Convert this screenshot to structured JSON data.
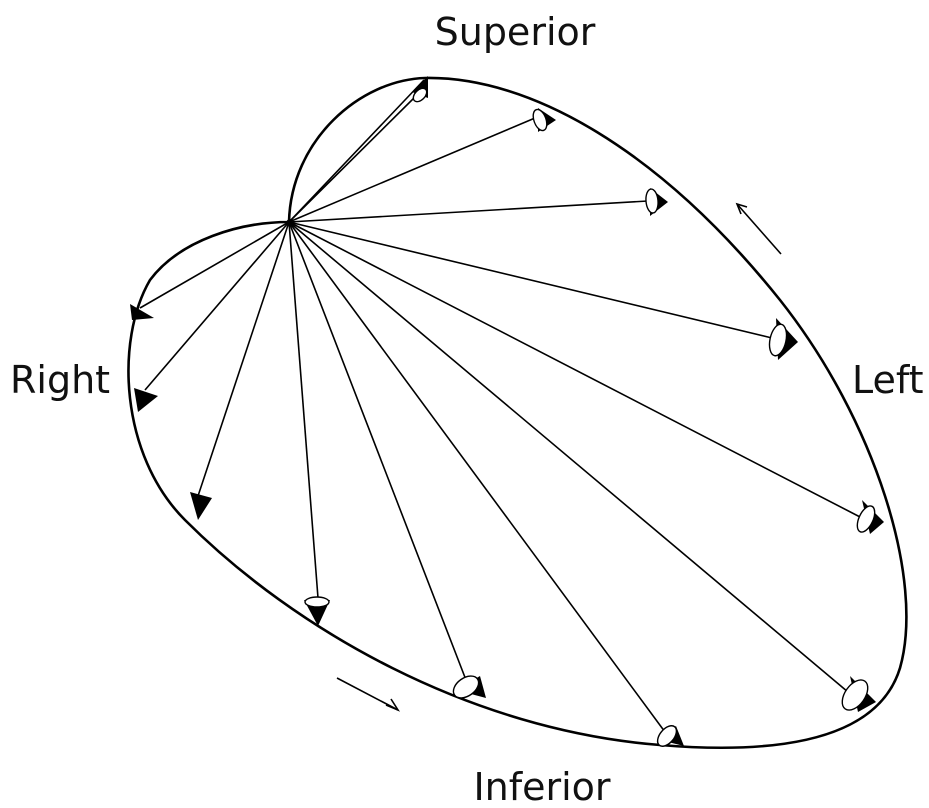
{
  "labels": {
    "superior": "Superior",
    "inferior": "Inferior",
    "right": "Right",
    "left": "Left"
  },
  "vectors": [
    {
      "id": "v01",
      "tip": "cone-open"
    },
    {
      "id": "v02",
      "tip": "cone-open"
    },
    {
      "id": "v03",
      "tip": "cone-open"
    },
    {
      "id": "v04",
      "tip": "cone-open"
    },
    {
      "id": "v05",
      "tip": "cone-open"
    },
    {
      "id": "v06",
      "tip": "cone-open"
    },
    {
      "id": "v07",
      "tip": "cone-open"
    },
    {
      "id": "v08",
      "tip": "cone-open"
    },
    {
      "id": "v09",
      "tip": "cone-open"
    },
    {
      "id": "v10",
      "tip": "cone-solid"
    },
    {
      "id": "v11",
      "tip": "cone-solid"
    },
    {
      "id": "v12",
      "tip": "cone-solid"
    },
    {
      "id": "v13",
      "tip": "cone-solid"
    }
  ],
  "rotation_arrows": [
    {
      "id": "upper-left-side",
      "direction": "counterclockwise"
    },
    {
      "id": "lower-left-side",
      "direction": "counterclockwise"
    }
  ],
  "colors": {
    "ink": "#000000",
    "background": "#ffffff"
  }
}
